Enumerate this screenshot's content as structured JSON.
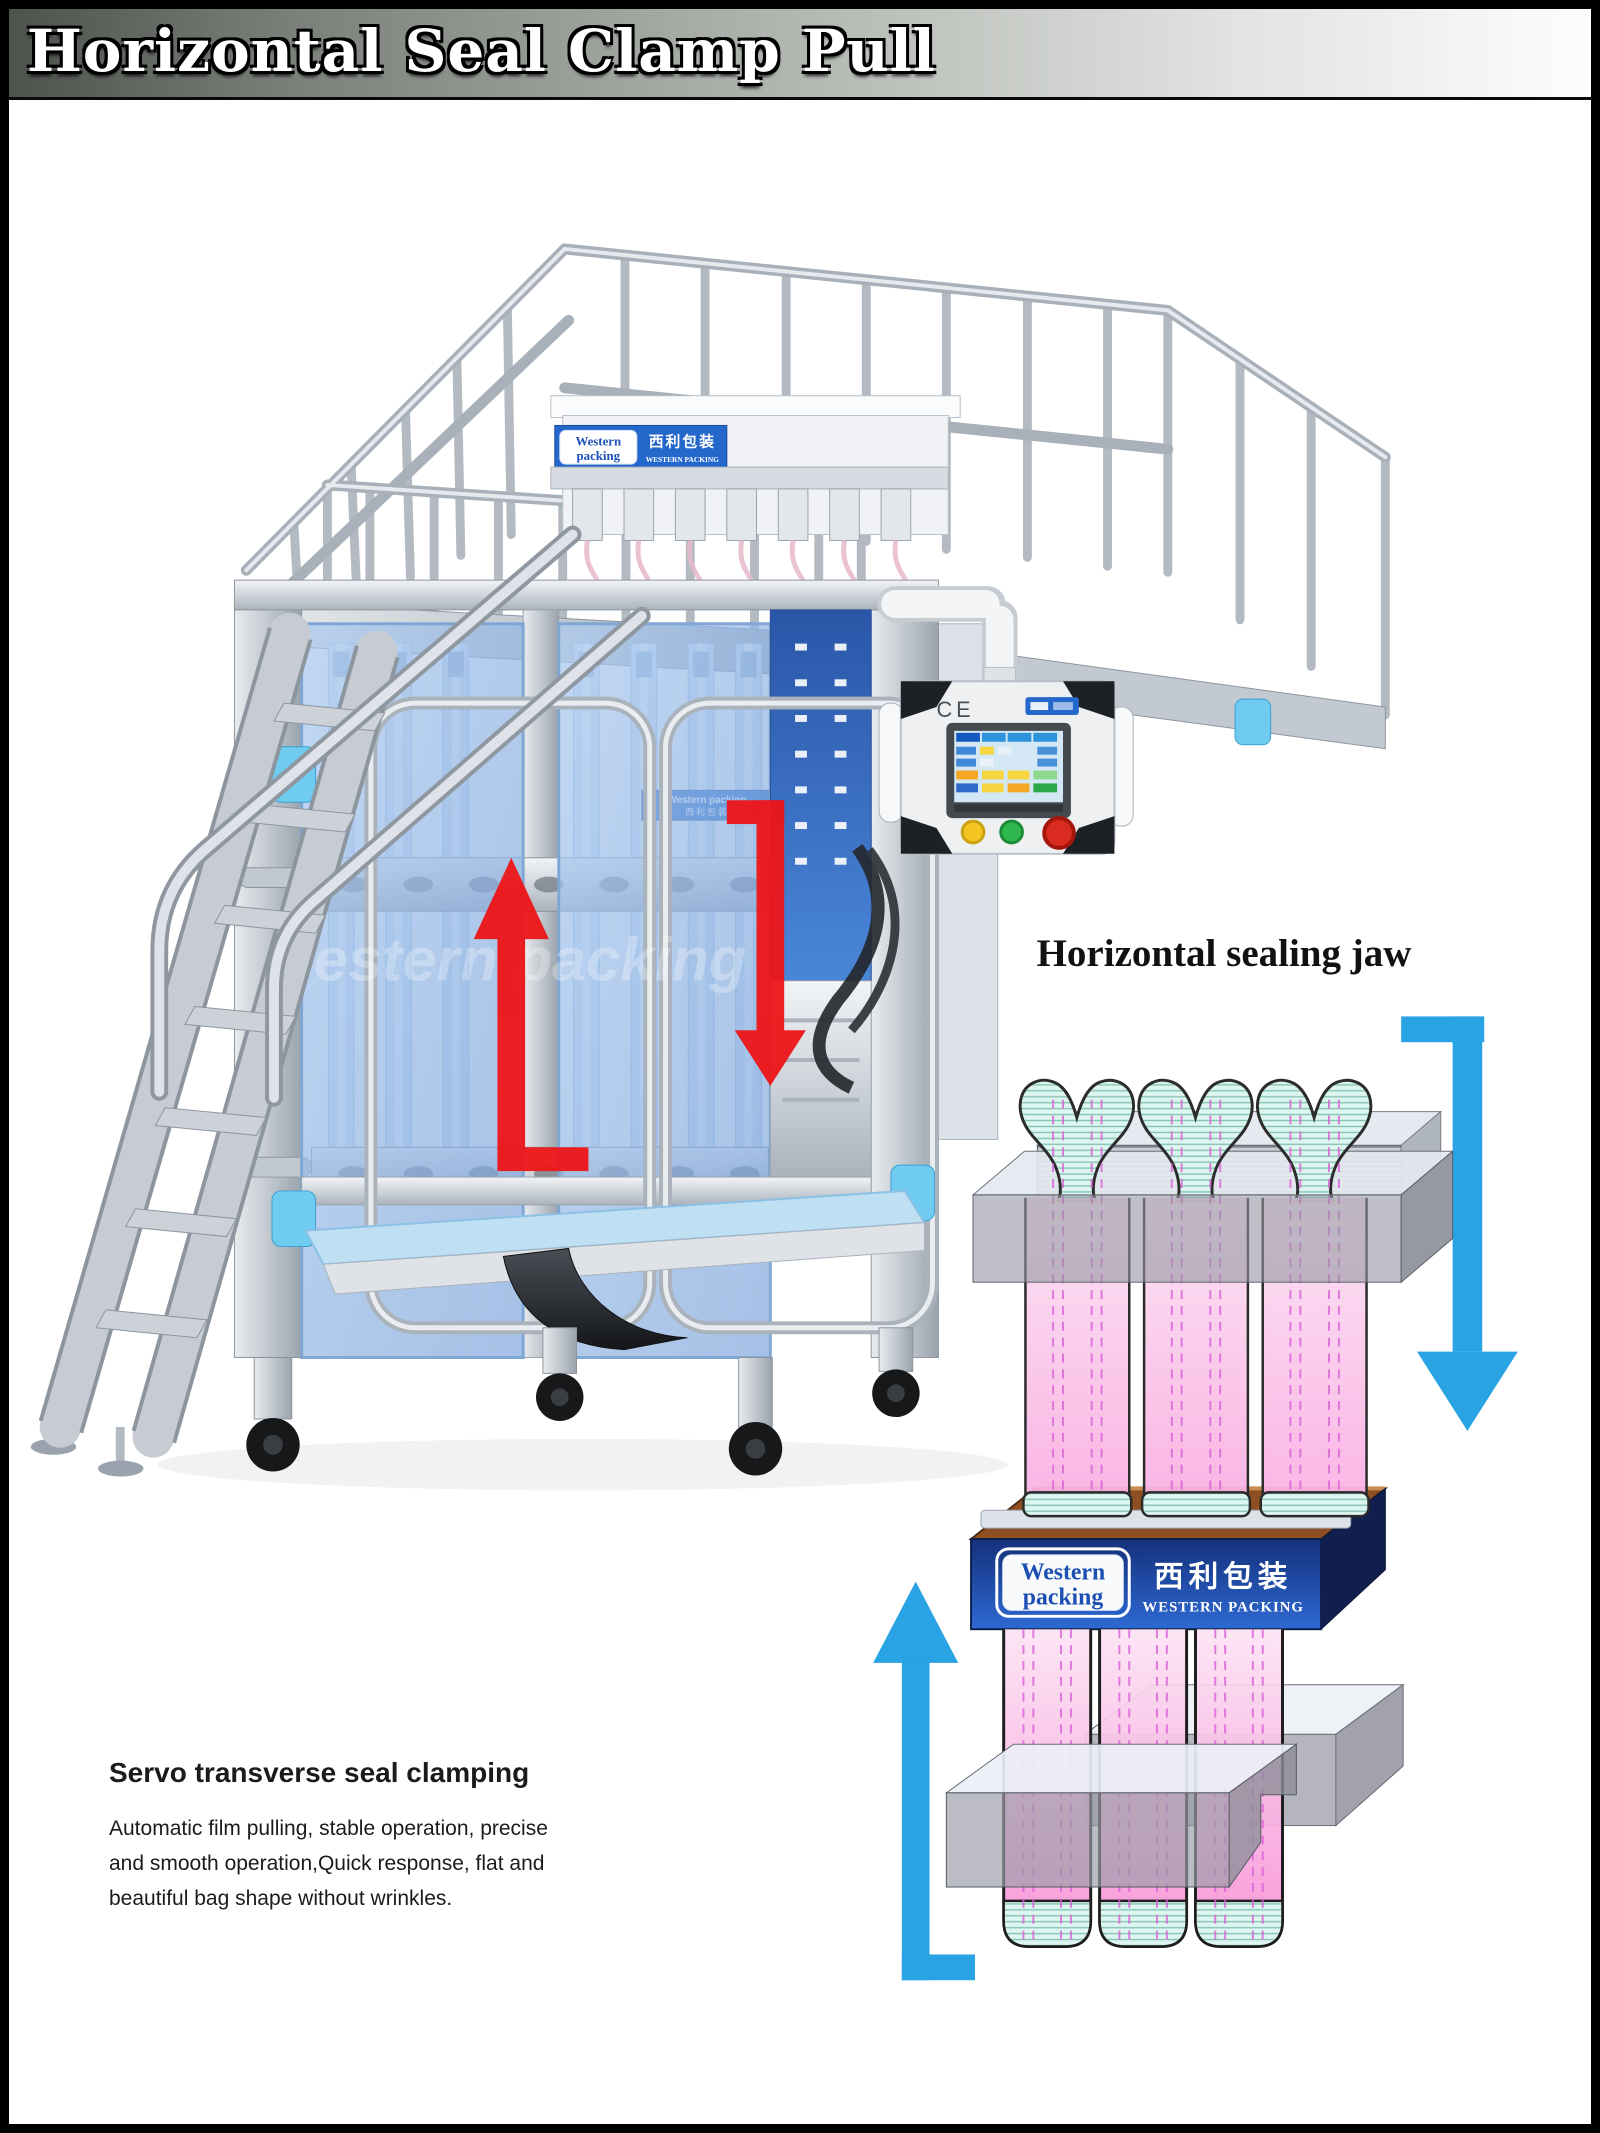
{
  "header": {
    "title": "Horizontal Seal Clamp Pull"
  },
  "brand": {
    "line1": "Western",
    "line2": "packing",
    "cn": "西利包装",
    "full": "WESTERN PACKING",
    "compact": "Western packing"
  },
  "machine": {
    "ce": "CE",
    "watermark": "western packing"
  },
  "diagram": {
    "heading": "Horizontal sealing jaw"
  },
  "description": {
    "heading": "Servo transverse seal clamping",
    "line1": "Automatic film pulling, stable operation, precise",
    "line2": "and smooth operation,Quick response, flat and",
    "line3": "beautiful bag shape without wrinkles."
  },
  "colors": {
    "arrow_blue": "#29a3e4",
    "arrow_red": "#ee1518",
    "film_pink": "#f9b1e2",
    "seal_cyan": "#def6f0",
    "jaw_blue": "#2057c4",
    "jaw_brown": "#8f4f23",
    "sign_blue": "#2468cc",
    "header_dark": "#4d524c"
  }
}
